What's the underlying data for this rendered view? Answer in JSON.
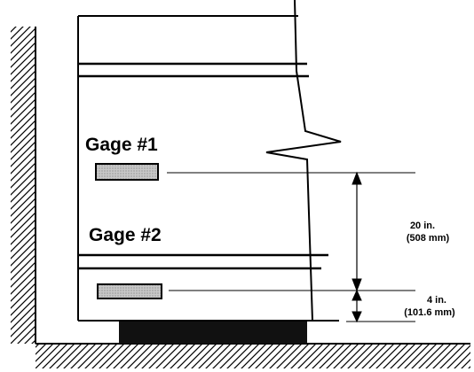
{
  "labels": {
    "gage1": "Gage #1",
    "gage2": "Gage #2",
    "dim_upper": "20 in.",
    "dim_upper_metric": "(508 mm)",
    "dim_lower": "4 in.",
    "dim_lower_metric": "(101.6 mm)"
  }
}
